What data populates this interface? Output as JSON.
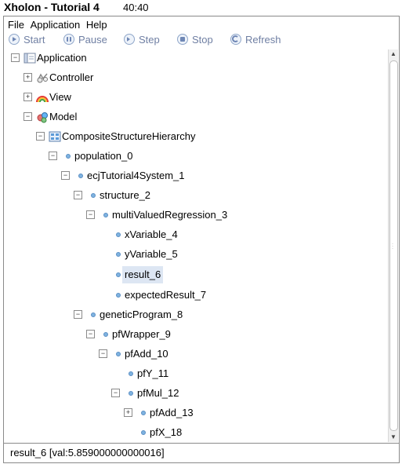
{
  "window": {
    "title": "Xholon - Tutorial 4",
    "clock": "40:40"
  },
  "menu": {
    "items": [
      "File",
      "Application",
      "Help"
    ]
  },
  "toolbar": {
    "start": "Start",
    "pause": "Pause",
    "step": "Step",
    "stop": "Stop",
    "refresh": "Refresh"
  },
  "tree": {
    "application": "Application",
    "controller": "Controller",
    "view": "View",
    "model": "Model",
    "csh": "CompositeStructureHierarchy",
    "population": "population_0",
    "system": "ecjTutorial4System_1",
    "structure": "structure_2",
    "mvr": "multiValuedRegression_3",
    "xvar": "xVariable_4",
    "yvar": "yVariable_5",
    "result": "result_6",
    "expected": "expectedResult_7",
    "gp": "geneticProgram_8",
    "pfwrapper": "pfWrapper_9",
    "pfadd10": "pfAdd_10",
    "pfy11": "pfY_11",
    "pfmul12": "pfMul_12",
    "pfadd13": "pfAdd_13",
    "pfx18": "pfX_18"
  },
  "status": {
    "text": "result_6 [val:5.859000000000016]"
  }
}
